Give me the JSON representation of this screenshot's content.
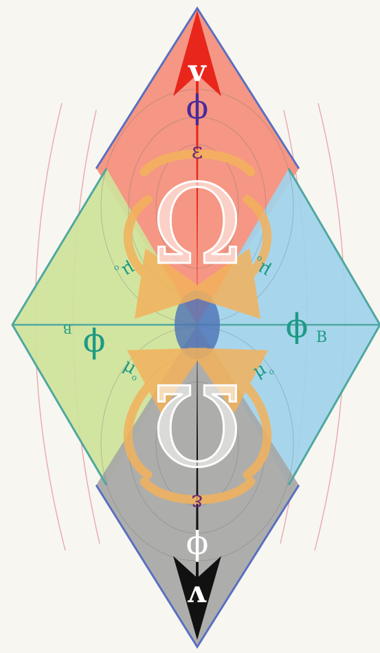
{
  "symbols": {
    "omega_upper": "Ω",
    "omega_lower": "Ω",
    "phi_top": "ϕ",
    "epsilon_top": "ε",
    "v_top": "v",
    "phi_bottom": "ϕ",
    "epsilon_bottom": "ε",
    "v_bottom": "v",
    "phi_left": "ϕ",
    "sub_left": "B",
    "phi_right": "ϕ",
    "sub_right": "B",
    "mu": "μ",
    "mu_sub": "o"
  },
  "colors": {
    "background": "#f7f6f0",
    "top_diamond": "#f48e7b",
    "bottom_diamond": "#a6a7a6",
    "left_diamond": "#cde39a",
    "right_diamond": "#9fd3ec",
    "top_arrow": "#e8261c",
    "bottom_arrow": "#111111",
    "center_ellipse": "#4e72b6",
    "circulation": "#f3b25c",
    "field_lines": "#e79aa4",
    "flux_label": "#1e9a84",
    "epsilon_label": "#6a2a7a",
    "phi_top_color": "#4a2a9a",
    "outline_blue": "#5a6fc0",
    "outline_green": "#4fa7a0"
  }
}
